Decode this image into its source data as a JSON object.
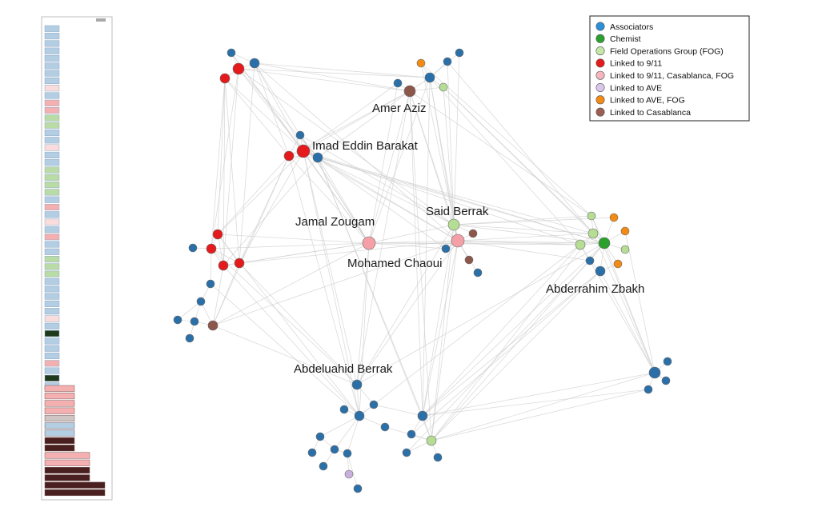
{
  "colors": {
    "associators": "#2b6fa8",
    "chemist": "#2ca02c",
    "fog": "#b5de94",
    "linked_911": "#e41a1c",
    "linked_911_casa_fog": "#f4a0a6",
    "linked_ave": "#c9b1dd",
    "linked_ave_fog": "#f28a13",
    "linked_casablanca": "#8c564b",
    "edge": "#cfcfcf",
    "sidebar_blue": "#b3cde3",
    "sidebar_pink": "#f4b0b0",
    "sidebar_green": "#b9dba6",
    "sidebar_lightpink": "#fadcdc",
    "sidebar_darkgreen": "#1f3a1a",
    "sidebar_darkbrown": "#4a1f1f",
    "sidebar_gray": "#cfc5c5"
  },
  "legend": [
    {
      "label": "Associators",
      "color": "#2b8fd8"
    },
    {
      "label": "Chemist",
      "color": "#2ca02c"
    },
    {
      "label": "Field Operations Group (FOG)",
      "color": "#c4e6a6"
    },
    {
      "label": "Linked to 9/11",
      "color": "#e41a1c"
    },
    {
      "label": "Linked to 9/11, Casablanca, FOG",
      "color": "#f7b6bd"
    },
    {
      "label": "Linked to AVE",
      "color": "#d9c6ea"
    },
    {
      "label": "Linked to AVE, FOG",
      "color": "#f28a13"
    },
    {
      "label": "Linked to Casablanca",
      "color": "#9b5e52"
    }
  ],
  "labels": [
    {
      "text": "Amer Aziz",
      "node": "amer"
    },
    {
      "text": "Imad Eddin Barakat",
      "node": "imad"
    },
    {
      "text": "Jamal Zougam",
      "node": "jamal"
    },
    {
      "text": "Said Berrak",
      "node": "said"
    },
    {
      "text": "Mohamed Chaoui",
      "node": "chaoui"
    },
    {
      "text": "Abderrahim Zbakh",
      "node": "zbakh"
    },
    {
      "text": "Abdeluahid Berrak",
      "node": "abdel"
    }
  ],
  "nodes": [
    {
      "id": "n1",
      "group": "associators"
    },
    {
      "id": "n2",
      "group": "associators"
    },
    {
      "id": "n3",
      "group": "linked_911"
    },
    {
      "id": "n4",
      "group": "linked_911"
    },
    {
      "id": "n5",
      "group": "linked_ave_fog"
    },
    {
      "id": "n6",
      "group": "associators"
    },
    {
      "id": "n7",
      "group": "associators"
    },
    {
      "id": "n8",
      "group": "associators"
    },
    {
      "id": "amer",
      "group": "linked_casablanca"
    },
    {
      "id": "n9",
      "group": "associators"
    },
    {
      "id": "n10",
      "group": "fog"
    },
    {
      "id": "n11",
      "group": "associators"
    },
    {
      "id": "imad",
      "group": "linked_911"
    },
    {
      "id": "n12",
      "group": "linked_911"
    },
    {
      "id": "n13",
      "group": "associators"
    },
    {
      "id": "n14",
      "group": "linked_911"
    },
    {
      "id": "n15",
      "group": "linked_911"
    },
    {
      "id": "n16",
      "group": "associators"
    },
    {
      "id": "n17",
      "group": "linked_911"
    },
    {
      "id": "n18",
      "group": "linked_911"
    },
    {
      "id": "n19",
      "group": "associators"
    },
    {
      "id": "n20",
      "group": "associators"
    },
    {
      "id": "n21",
      "group": "associators"
    },
    {
      "id": "n22",
      "group": "associators"
    },
    {
      "id": "n23",
      "group": "linked_casablanca"
    },
    {
      "id": "n24",
      "group": "associators"
    },
    {
      "id": "jamal",
      "group": "linked_911_casa_fog"
    },
    {
      "id": "said",
      "group": "fog"
    },
    {
      "id": "chaoui",
      "group": "linked_911_casa_fog"
    },
    {
      "id": "n25",
      "group": "linked_casablanca"
    },
    {
      "id": "n26",
      "group": "associators"
    },
    {
      "id": "n27",
      "group": "linked_casablanca"
    },
    {
      "id": "n28",
      "group": "associators"
    },
    {
      "id": "n29",
      "group": "fog"
    },
    {
      "id": "n30",
      "group": "linked_ave_fog"
    },
    {
      "id": "n31",
      "group": "fog"
    },
    {
      "id": "n32",
      "group": "linked_ave_fog"
    },
    {
      "id": "n33",
      "group": "fog"
    },
    {
      "id": "zbakh",
      "group": "chemist"
    },
    {
      "id": "n34",
      "group": "fog"
    },
    {
      "id": "n35",
      "group": "associators"
    },
    {
      "id": "n36",
      "group": "linked_ave_fog"
    },
    {
      "id": "n37",
      "group": "associators"
    },
    {
      "id": "n38",
      "group": "associators"
    },
    {
      "id": "n39",
      "group": "associators"
    },
    {
      "id": "n40",
      "group": "associators"
    },
    {
      "id": "n41",
      "group": "associators"
    },
    {
      "id": "abdel",
      "group": "associators"
    },
    {
      "id": "n42",
      "group": "associators"
    },
    {
      "id": "n43",
      "group": "associators"
    },
    {
      "id": "n44",
      "group": "associators"
    },
    {
      "id": "n45",
      "group": "associators"
    },
    {
      "id": "n46",
      "group": "associators"
    },
    {
      "id": "n47",
      "group": "associators"
    },
    {
      "id": "n48",
      "group": "fog"
    },
    {
      "id": "n49",
      "group": "associators"
    },
    {
      "id": "n50",
      "group": "associators"
    },
    {
      "id": "n51",
      "group": "associators"
    },
    {
      "id": "n52",
      "group": "associators"
    },
    {
      "id": "n53",
      "group": "associators"
    },
    {
      "id": "n54",
      "group": "associators"
    },
    {
      "id": "n55",
      "group": "associators"
    },
    {
      "id": "n56",
      "group": "linked_ave"
    }
  ],
  "sidebar_rows": [
    "sidebar_blue",
    "sidebar_blue",
    "sidebar_blue",
    "sidebar_blue",
    "sidebar_blue",
    "sidebar_blue",
    "sidebar_blue",
    "sidebar_blue",
    "sidebar_lightpink",
    "sidebar_blue",
    "sidebar_pink",
    "sidebar_pink",
    "sidebar_green",
    "sidebar_green",
    "sidebar_blue",
    "sidebar_blue",
    "sidebar_lightpink",
    "sidebar_blue",
    "sidebar_blue",
    "sidebar_green",
    "sidebar_green",
    "sidebar_green",
    "sidebar_green",
    "sidebar_blue",
    "sidebar_pink",
    "sidebar_blue",
    "sidebar_lightpink",
    "sidebar_blue",
    "sidebar_pink",
    "sidebar_blue",
    "sidebar_blue",
    "sidebar_green",
    "sidebar_green",
    "sidebar_green",
    "sidebar_blue",
    "sidebar_blue",
    "sidebar_blue",
    "sidebar_blue",
    "sidebar_blue",
    "sidebar_lightpink",
    "sidebar_blue",
    "sidebar_darkgreen",
    "sidebar_blue",
    "sidebar_blue",
    "sidebar_blue",
    "sidebar_pink",
    "sidebar_blue",
    "sidebar_darkgreen",
    "sidebar_blue"
  ],
  "sidebar_bars": [
    "sidebar_pink",
    "sidebar_pink",
    "sidebar_pink",
    "sidebar_pink",
    "sidebar_gray",
    "sidebar_blue",
    "sidebar_blue",
    "sidebar_darkbrown",
    "sidebar_darkbrown",
    "sidebar_pink",
    "sidebar_pink",
    "sidebar_darkbrown",
    "sidebar_darkbrown",
    "sidebar_darkbrown",
    "sidebar_darkbrown"
  ]
}
